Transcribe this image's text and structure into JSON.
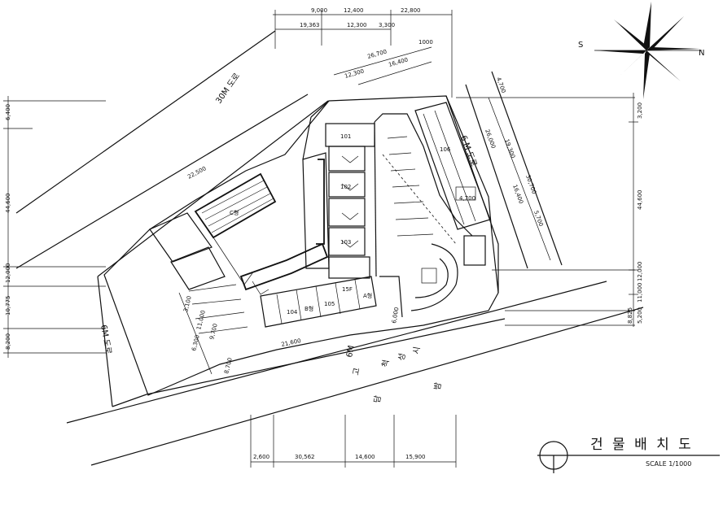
{
  "title": {
    "text": "건 물 배 치 도",
    "scale": "SCALE 1/1000"
  },
  "compass": {
    "south": "S",
    "north": "N"
  },
  "roads": {
    "road_30m": "30M 도로",
    "road_6m_left": "6M 도로",
    "road_6m_top": "6 M 도로",
    "road_6m_bottom": "6M",
    "street_parts": [
      "고",
      "척",
      "성",
      "시"
    ],
    "entrance_marks": [
      "담",
      "밤"
    ]
  },
  "dims": {
    "top": [
      "9,000",
      "12,400",
      "22,800"
    ],
    "top_row2": [
      "19,363",
      "12,300",
      "3,300"
    ],
    "top_diag": [
      "26,700",
      "16,400",
      "12,300",
      "1000"
    ],
    "left": [
      "6,400",
      "44,600",
      "12,000",
      "10,775",
      "8,200"
    ],
    "right": [
      "3,200",
      "44,600",
      "12,000",
      "11,000",
      "5,200",
      "8,825"
    ],
    "bottom": [
      "2,600",
      "30,562",
      "14,600",
      "15,900"
    ],
    "right_diag": [
      "26,000",
      "19,300",
      "30,700",
      "16,400",
      "4,700",
      "5,700",
      "4,700"
    ],
    "inner": [
      "22,500",
      "21,600",
      "6,300",
      "9,700",
      "8,700",
      "11,000",
      "3,100",
      "6,000"
    ]
  },
  "blocks": {
    "b1": "101",
    "b2": "102",
    "b3": "103",
    "b4": "104",
    "b5": "105",
    "b6": "106",
    "tag_A": "A형",
    "tag_B": "B형",
    "tag_C": "C형",
    "tag_15": "15F"
  }
}
